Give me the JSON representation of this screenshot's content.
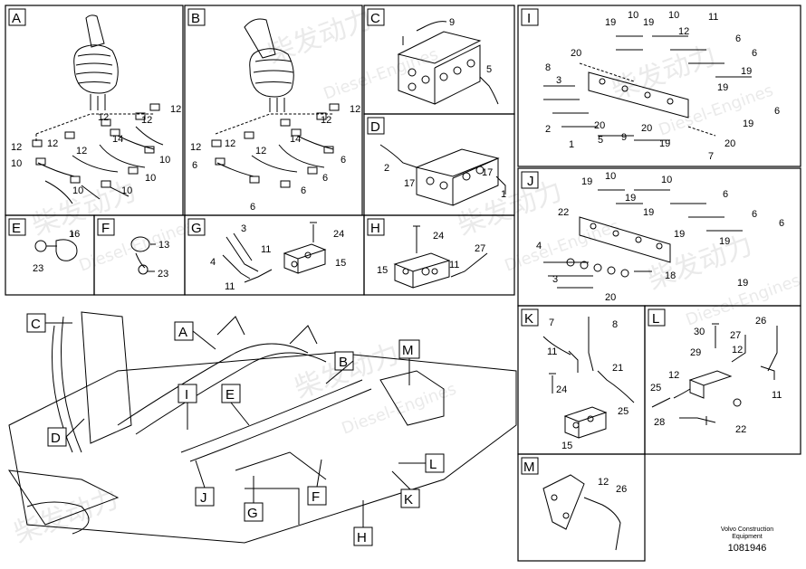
{
  "colors": {
    "line": "#000000",
    "watermark": "#d0d0d0"
  },
  "watermark": {
    "chinese": "柴发动力",
    "english": "Diesel-Engines"
  },
  "panels": {
    "A": {
      "tag": "A",
      "parts": [
        "12",
        "12",
        "12",
        "12",
        "12",
        "14",
        "12",
        "10",
        "10",
        "10",
        "10",
        "10"
      ]
    },
    "B": {
      "tag": "B",
      "parts": [
        "12",
        "12",
        "12",
        "12",
        "14",
        "12",
        "6",
        "6",
        "6",
        "6",
        "6"
      ]
    },
    "C": {
      "tag": "C",
      "parts": [
        "9",
        "5"
      ]
    },
    "D": {
      "tag": "D",
      "parts": [
        "2",
        "17",
        "17",
        "1"
      ]
    },
    "E": {
      "tag": "E",
      "parts": [
        "16",
        "23"
      ]
    },
    "F": {
      "tag": "F",
      "parts": [
        "13",
        "23"
      ]
    },
    "G": {
      "tag": "G",
      "parts": [
        "3",
        "24",
        "4",
        "11",
        "15",
        "11"
      ]
    },
    "H": {
      "tag": "H",
      "parts": [
        "24",
        "27",
        "15",
        "11"
      ]
    },
    "I": {
      "tag": "I",
      "parts": [
        "19",
        "10",
        "10",
        "19",
        "11",
        "12",
        "6",
        "20",
        "8",
        "6",
        "19",
        "3",
        "2",
        "20",
        "19",
        "19",
        "9",
        "5",
        "1",
        "20",
        "6",
        "19",
        "20",
        "7"
      ]
    },
    "J": {
      "tag": "J",
      "parts": [
        "19",
        "10",
        "10",
        "19",
        "22",
        "6",
        "19",
        "19",
        "6",
        "6",
        "4",
        "19",
        "3",
        "18",
        "19",
        "20"
      ]
    },
    "K": {
      "tag": "K",
      "parts": [
        "7",
        "8",
        "11",
        "21",
        "24",
        "25",
        "15"
      ]
    },
    "L": {
      "tag": "L",
      "parts": [
        "30",
        "26",
        "27",
        "29",
        "12",
        "12",
        "25",
        "11",
        "28",
        "22"
      ]
    },
    "M": {
      "tag": "M",
      "parts": [
        "12",
        "26"
      ]
    }
  },
  "overview_tags": [
    "C",
    "A",
    "B",
    "M",
    "I",
    "E",
    "D",
    "J",
    "G",
    "F",
    "L",
    "K",
    "H"
  ],
  "footer": {
    "company": "Volvo Construction",
    "line2": "Equipment",
    "number": "1081946"
  }
}
